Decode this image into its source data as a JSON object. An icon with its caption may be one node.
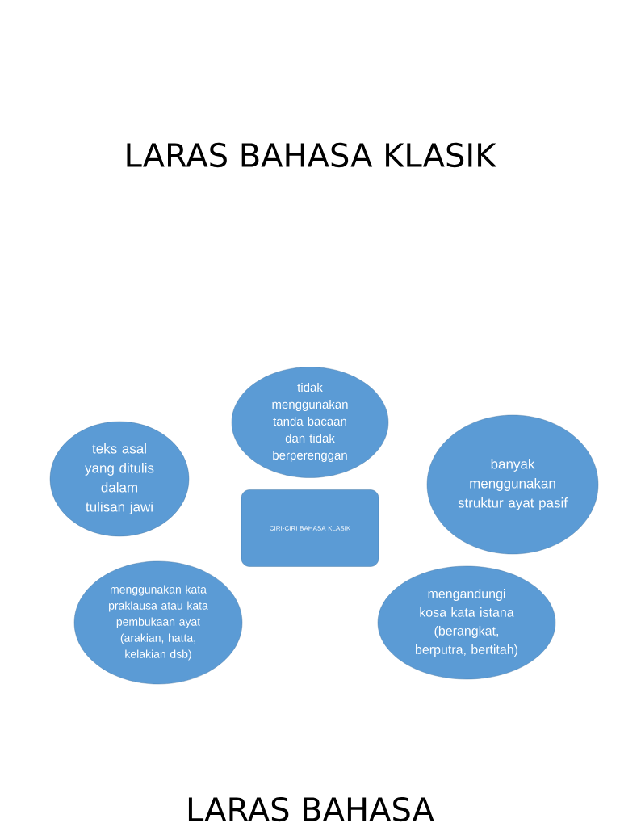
{
  "diagram": {
    "title": "LARAS BAHASA KLASIK",
    "nodes": [
      {
        "text": [
          "tidak menggunakan tanda bacaan dan tidak berperenggan"
        ]
      },
      {
        "text": [
          "teks asal yang ditulis dalam tulisan jawi"
        ]
      },
      {
        "text": [
          "banyak menggunakan struktur ayat pasif"
        ]
      },
      {
        "text": [
          "CIRI-CIRI BAHASA KLASIK"
        ]
      },
      {
        "text": [
          "menggunakan kata praklausa atau kata pembukaan ayat (arakian, hatta, kelakian dsb)"
        ]
      },
      {
        "text": [
          "mengandungi kosa kata istana (berangkat, berputra, bertitah)"
        ]
      }
    ],
    "labels": [
      "LARAS BAHASA"
    ]
  }
}
